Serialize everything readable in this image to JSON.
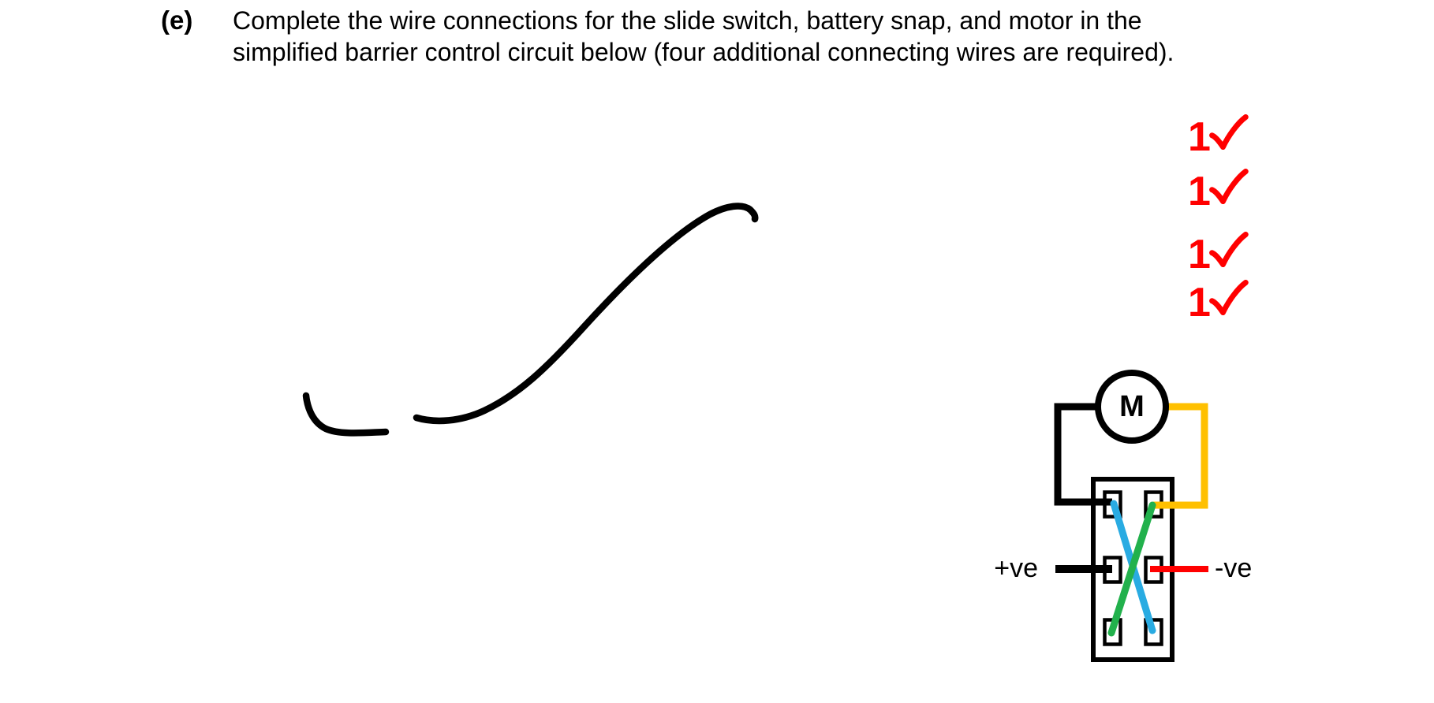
{
  "page": {
    "background": "#FFFFFF"
  },
  "question": {
    "label": "(e)",
    "line1": "Complete the wire connections for the slide switch, battery snap, and motor in the",
    "line2": "simplified barrier control circuit below (four additional connecting wires are required)."
  },
  "marks": {
    "score_label": "1",
    "count": 4,
    "color": "#FF0000"
  },
  "circuit": {
    "motor_label": "M",
    "positive_label": "+ve",
    "negative_label": "-ve",
    "colors": {
      "black_wire": "#000000",
      "yellow_wire": "#FFC000",
      "blue_wire": "#29ABE2",
      "green_wire": "#22B14C",
      "red_wire": "#FF0000"
    }
  }
}
